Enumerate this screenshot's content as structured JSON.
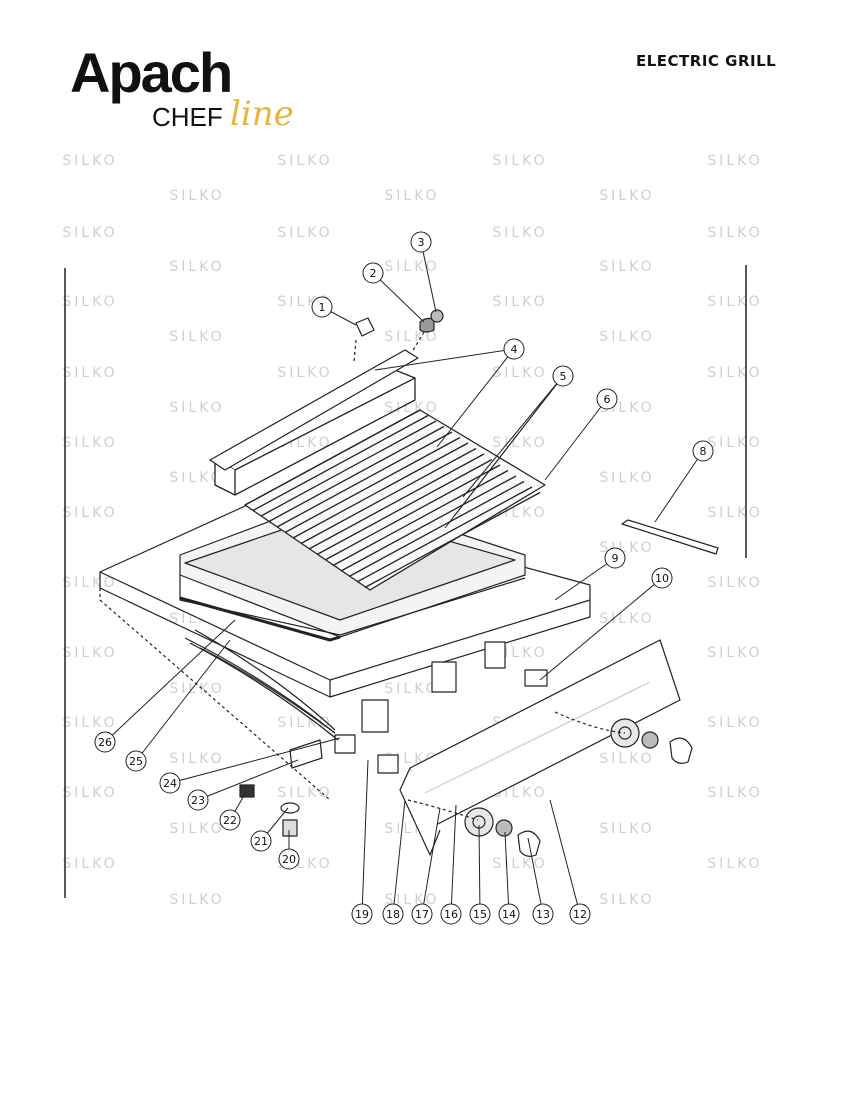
{
  "header": {
    "logo_main": "Apach",
    "logo_chef": "CHEF",
    "logo_line": "line",
    "title": "ELECTRIC GRILL"
  },
  "watermark": "SILKO",
  "callouts": [
    "1",
    "2",
    "3",
    "4",
    "5",
    "6",
    "8",
    "9",
    "10",
    "12",
    "13",
    "14",
    "15",
    "16",
    "17",
    "18",
    "19",
    "20",
    "21",
    "22",
    "23",
    "24",
    "25",
    "26"
  ],
  "colors": {
    "accent": "#e8b43a",
    "ink": "#222222",
    "watermark": "#cfcfcf"
  }
}
